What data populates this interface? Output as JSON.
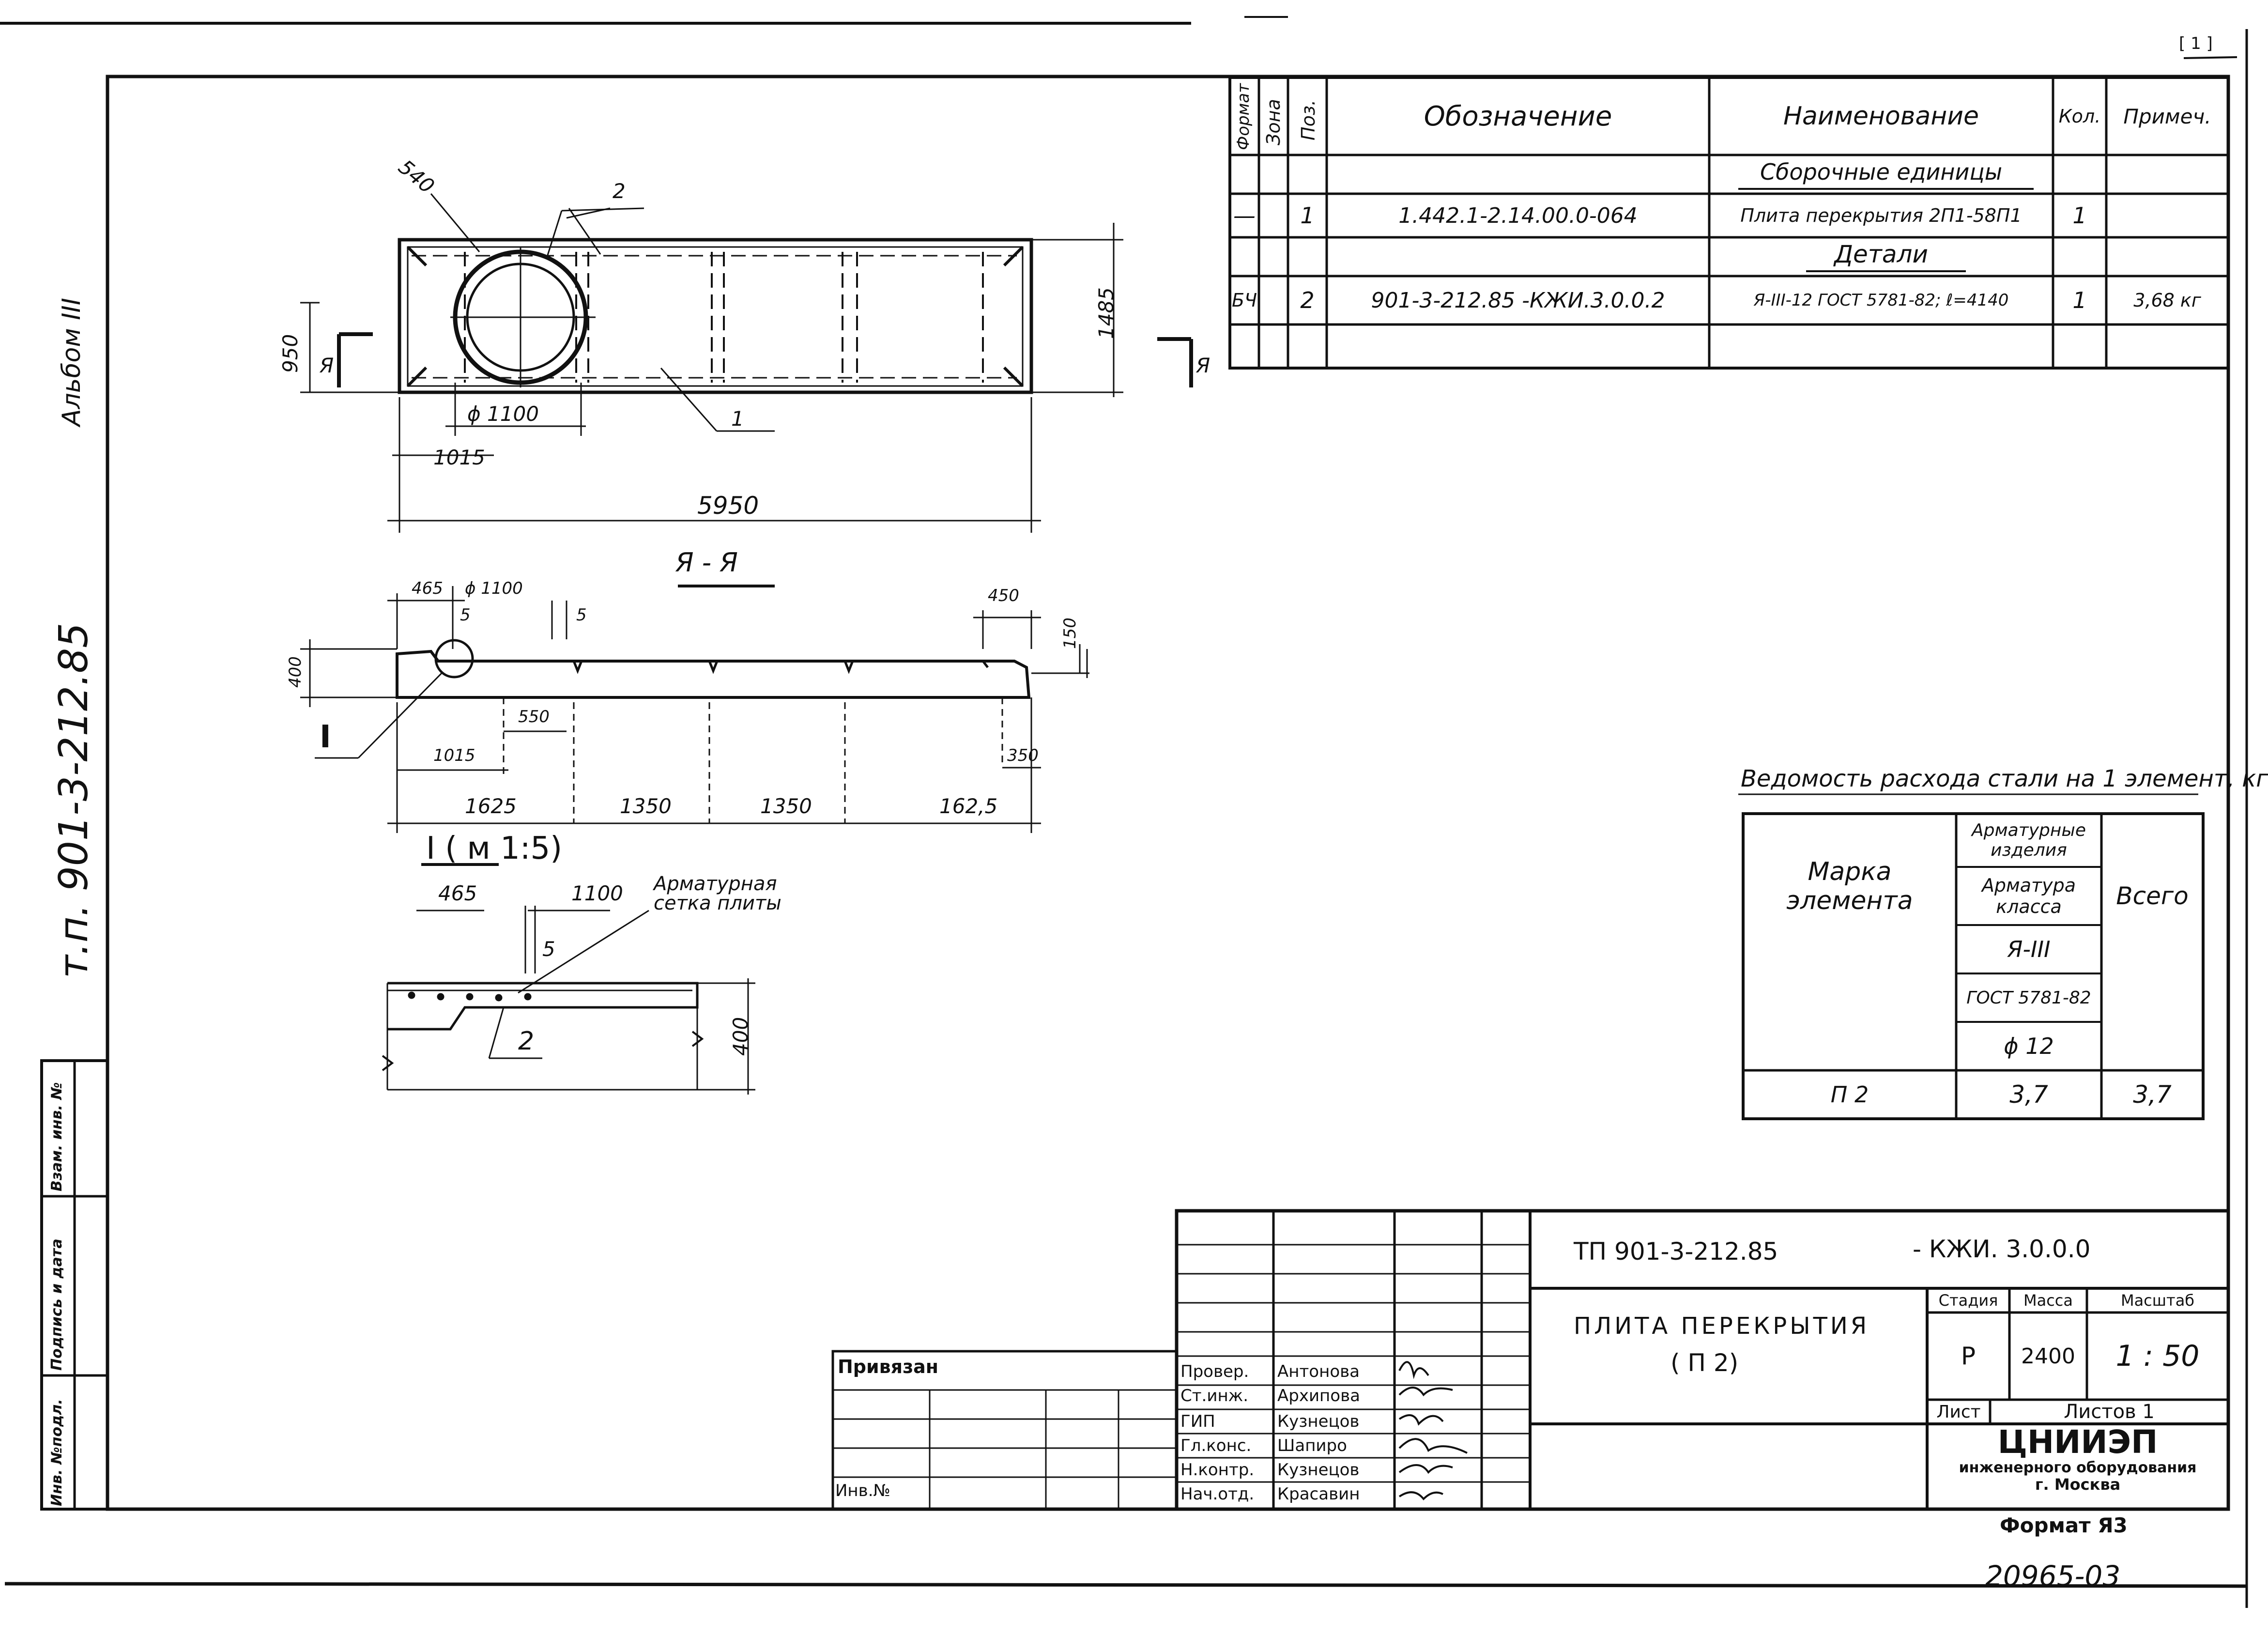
{
  "side": {
    "album": "Альбом III",
    "doc_code": "т.п. 901-3-212.85",
    "inv_orig": "Инв. №подл.",
    "sign_date": "Подпись и дата",
    "inv_vzam": "Взам. инв. №"
  },
  "corner_mark": "[ 1 ]",
  "spec": {
    "headers": {
      "format": "Формат",
      "zone": "Зона",
      "pos": "Поз.",
      "designation": "Обозначение",
      "name": "Наименование",
      "qty": "Кол.",
      "note": "Примеч."
    },
    "section_assemblies": "Сборочные единицы",
    "row1": {
      "format": "—",
      "pos": "1",
      "designation": "1.442.1-2.14.00.0-064",
      "name": "Плита перекрытия 2П1-58П1",
      "qty": "1",
      "note": ""
    },
    "section_details": "Детали",
    "row2": {
      "format": "БЧ",
      "pos": "2",
      "designation": "901-3-212.85   -КЖИ.3.0.0.2",
      "name": "Я-III-12 ГОСТ 5781-82; ℓ=4140",
      "qty": "1",
      "note": "3,68 кг"
    }
  },
  "plan": {
    "d540": "540",
    "d2": "2",
    "d950": "950",
    "d1485": "1485",
    "d1100": "ϕ 1100",
    "d1": "1",
    "d1015": "1015",
    "d5950": "5950",
    "cutA": "Я"
  },
  "section": {
    "title": "Я - Я",
    "d465": "465",
    "d1100": "ϕ 1100",
    "d5a": "5",
    "d5b": "5",
    "d450": "450",
    "d150": "150",
    "d400": "400",
    "label_I": "I",
    "d550": "550",
    "d1015": "1015",
    "d350": "350",
    "d1625": "1625",
    "d1350a": "1350",
    "d1350b": "1350",
    "d1625b": "162,5"
  },
  "detail": {
    "title": "I ( м 1:5)",
    "d465": "465",
    "d1100": "1100",
    "d5": "5",
    "callout": "Арматурная сетка плиты",
    "d2": "2",
    "d400": "400"
  },
  "steel": {
    "title": "Ведомость расхода стали на 1 элемент, кг.",
    "col_mark": "Марка элемента",
    "col_group": "Арматурные изделия",
    "col_class": "Арматура класса",
    "col_aiii": "Я-III",
    "col_gost": "ГОСТ 5781-82",
    "col_dia": "ϕ 12",
    "col_total": "Всего",
    "row": {
      "mark": "П 2",
      "value": "3,7",
      "total": "3,7"
    }
  },
  "stamp": {
    "code": "ТП 901-3-212.85",
    "code2": "- КЖИ. 3.0.0.0",
    "title1": "ПЛИТА ПЕРЕКРЫТИЯ",
    "title2": "( П 2)",
    "stage_h": "Стадия",
    "mass_h": "Масса",
    "scale_h": "Масштаб",
    "stage": "Р",
    "mass": "2400",
    "scale": "1 : 50",
    "sheet": "Лист",
    "sheets": "Листов 1",
    "org1": "ЦНИИЭП",
    "org2": "инженерного оборудования",
    "org3": "г. Москва",
    "privyazan": "Привязан",
    "inv": "Инв.№",
    "roles": [
      "Провер.",
      "Ст.инж.",
      "ГИП",
      "Гл.конс.",
      "Н.контр.",
      "Нач.отд."
    ],
    "names": [
      "Антонова",
      "Архипова",
      "Кузнецов",
      "Шапиро",
      "Кузнецов",
      "Красавин"
    ]
  },
  "format": "Формат Я3",
  "number": "20965-03"
}
